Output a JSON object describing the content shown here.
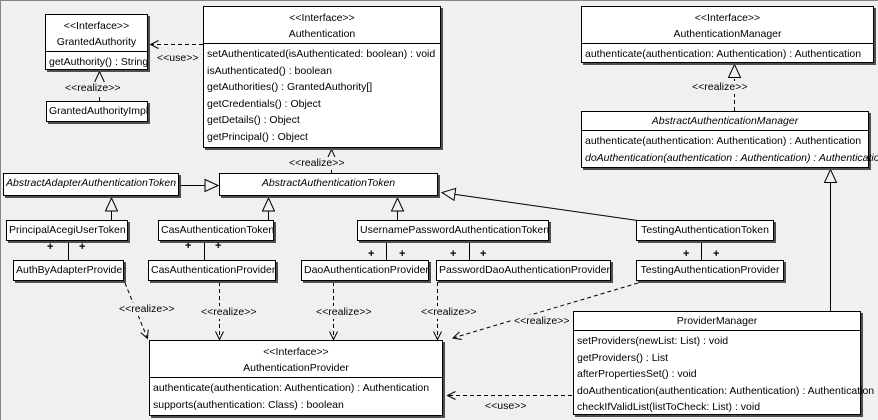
{
  "colors": {
    "background": "#f0f0f0",
    "box_fill": "#ffffff",
    "line": "#000000",
    "shadow": "#4f4f4f"
  },
  "classes": {
    "grantedAuthority": {
      "stereotype": "<<Interface>>",
      "name": "GrantedAuthority",
      "methods": [
        "getAuthority() : String"
      ]
    },
    "grantedAuthorityImpl": {
      "name": "GrantedAuthorityImpl"
    },
    "authentication": {
      "stereotype": "<<Interface>>",
      "name": "Authentication",
      "methods": [
        "setAuthenticated(isAuthenticated: boolean) : void",
        "isAuthenticated() : boolean",
        "getAuthorities() : GrantedAuthority[]",
        "getCredentials() : Object",
        "getDetails() : Object",
        "getPrincipal() : Object"
      ]
    },
    "authenticationManager": {
      "stereotype": "<<Interface>>",
      "name": "AuthenticationManager",
      "methods": [
        "authenticate(authentication: Authentication) : Authentication"
      ]
    },
    "abstractAuthenticationManager": {
      "name": "AbstractAuthenticationManager",
      "abstract": true,
      "methods": [
        "authenticate(authentication: Authentication) : Authentication",
        "doAuthentication(authentication : Authentication) : Authentication"
      ]
    },
    "abstractAdapterAuthenticationToken": {
      "name": "AbstractAdapterAuthenticationToken",
      "abstract": true
    },
    "abstractAuthenticationToken": {
      "name": "AbstractAuthenticationToken",
      "abstract": true
    },
    "principalAcegiUserToken": {
      "name": "PrincipalAcegiUserToken"
    },
    "casAuthenticationToken": {
      "name": "CasAuthenticationToken"
    },
    "usernamePasswordAuthenticationToken": {
      "name": "UsernamePasswordAuthenticationToken"
    },
    "testingAuthenticationToken": {
      "name": "TestingAuthenticationToken"
    },
    "authByAdapterProvider": {
      "name": "AuthByAdapterProvider"
    },
    "casAuthenticationProvider": {
      "name": "CasAuthenticationProvider"
    },
    "daoAuthenticationProvider": {
      "name": "DaoAuthenticationProvider"
    },
    "passwordDaoAuthenticationProvider": {
      "name": "PasswordDaoAuthenticationProvider"
    },
    "testingAuthenticationProvider": {
      "name": "TestingAuthenticationProvider"
    },
    "authenticationProvider": {
      "stereotype": "<<Interface>>",
      "name": "AuthenticationProvider",
      "methods": [
        "authenticate(authentication: Authentication) : Authentication",
        "supports(authentication: Class) : boolean"
      ]
    },
    "providerManager": {
      "name": "ProviderManager",
      "methods": [
        "setProviders(newList: List) : void",
        "getProviders() : List",
        "afterPropertiesSet() : void",
        "doAuthentication(authentication: Authentication) : Authentication",
        "checkIfValidList(listToCheck: List) : void"
      ]
    }
  },
  "edges": [
    {
      "from": "GrantedAuthorityImpl",
      "to": "GrantedAuthority",
      "type": "realize",
      "label": "<<realize>>"
    },
    {
      "from": "Authentication",
      "to": "GrantedAuthority",
      "type": "use",
      "label": "<<use>>"
    },
    {
      "from": "AbstractAuthenticationToken",
      "to": "Authentication",
      "type": "realize",
      "label": "<<realize>>"
    },
    {
      "from": "AbstractAuthenticationManager",
      "to": "AuthenticationManager",
      "type": "realize",
      "label": "<<realize>>"
    },
    {
      "from": "AuthByAdapterProvider",
      "to": "AuthenticationProvider",
      "type": "realize",
      "label": "<<realize>>"
    },
    {
      "from": "CasAuthenticationProvider",
      "to": "AuthenticationProvider",
      "type": "realize",
      "label": "<<realize>>"
    },
    {
      "from": "DaoAuthenticationProvider",
      "to": "AuthenticationProvider",
      "type": "realize",
      "label": "<<realize>>"
    },
    {
      "from": "PasswordDaoAuthenticationProvider",
      "to": "AuthenticationProvider",
      "type": "realize",
      "label": "<<realize>>"
    },
    {
      "from": "TestingAuthenticationProvider",
      "to": "AuthenticationProvider",
      "type": "realize",
      "label": "<<realize>>"
    },
    {
      "from": "ProviderManager",
      "to": "AuthenticationProvider",
      "type": "use",
      "label": "<<use>>"
    },
    {
      "from": "AbstractAdapterAuthenticationToken",
      "to": "AbstractAuthenticationToken",
      "type": "generalization"
    },
    {
      "from": "PrincipalAcegiUserToken",
      "to": "AbstractAdapterAuthenticationToken",
      "type": "generalization"
    },
    {
      "from": "CasAuthenticationToken",
      "to": "AbstractAuthenticationToken",
      "type": "generalization"
    },
    {
      "from": "UsernamePasswordAuthenticationToken",
      "to": "AbstractAuthenticationToken",
      "type": "generalization"
    },
    {
      "from": "TestingAuthenticationToken",
      "to": "AbstractAuthenticationToken",
      "type": "generalization"
    },
    {
      "from": "ProviderManager",
      "to": "AbstractAuthenticationManager",
      "type": "generalization"
    },
    {
      "from": "PrincipalAcegiUserToken",
      "to": "AuthByAdapterProvider",
      "type": "association",
      "end_labels": [
        "+",
        "+"
      ]
    },
    {
      "from": "CasAuthenticationToken",
      "to": "CasAuthenticationProvider",
      "type": "association",
      "end_labels": [
        "+",
        "+"
      ]
    },
    {
      "from": "UsernamePasswordAuthenticationToken",
      "to": "DaoAuthenticationProvider",
      "type": "association",
      "end_labels": [
        "+",
        "+"
      ]
    },
    {
      "from": "UsernamePasswordAuthenticationToken",
      "to": "PasswordDaoAuthenticationProvider",
      "type": "association",
      "end_labels": [
        "+",
        "+"
      ]
    },
    {
      "from": "TestingAuthenticationToken",
      "to": "TestingAuthenticationProvider",
      "type": "association",
      "end_labels": [
        "+",
        "+"
      ]
    }
  ]
}
